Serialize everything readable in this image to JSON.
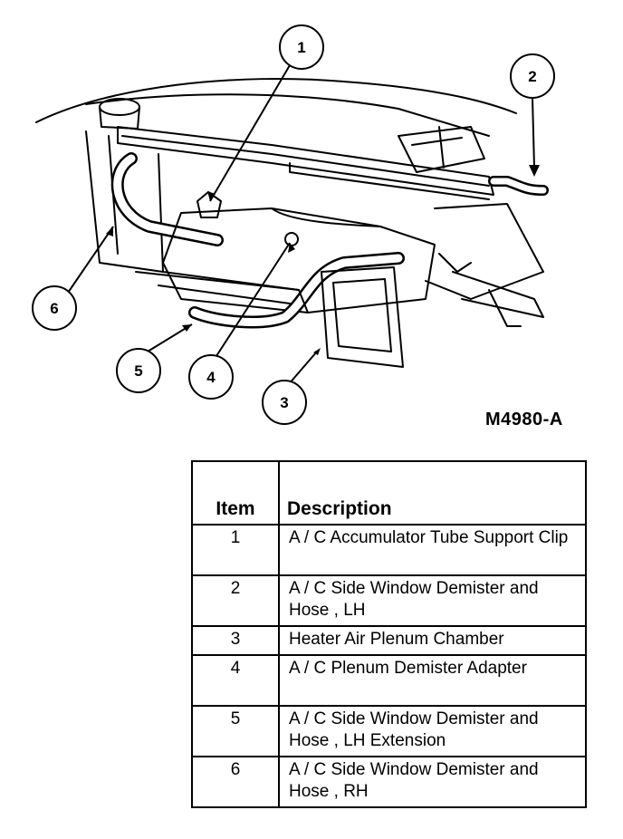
{
  "figure_code": "M4980-A",
  "callouts": [
    "1",
    "2",
    "3",
    "4",
    "5",
    "6"
  ],
  "table": {
    "headers": {
      "item": "Item",
      "description": "Description"
    },
    "rows": [
      {
        "item": "1",
        "description": "A / C Accumulator Tube Support Clip"
      },
      {
        "item": "2",
        "description": "A / C Side Window Demister and Hose , LH"
      },
      {
        "item": "3",
        "description": "Heater Air Plenum Chamber"
      },
      {
        "item": "4",
        "description": "A / C Plenum Demister Adapter"
      },
      {
        "item": "5",
        "description": "A / C Side Window Demister and Hose , LH Extension"
      },
      {
        "item": "6",
        "description": "A / C Side Window Demister and Hose , RH"
      }
    ]
  }
}
